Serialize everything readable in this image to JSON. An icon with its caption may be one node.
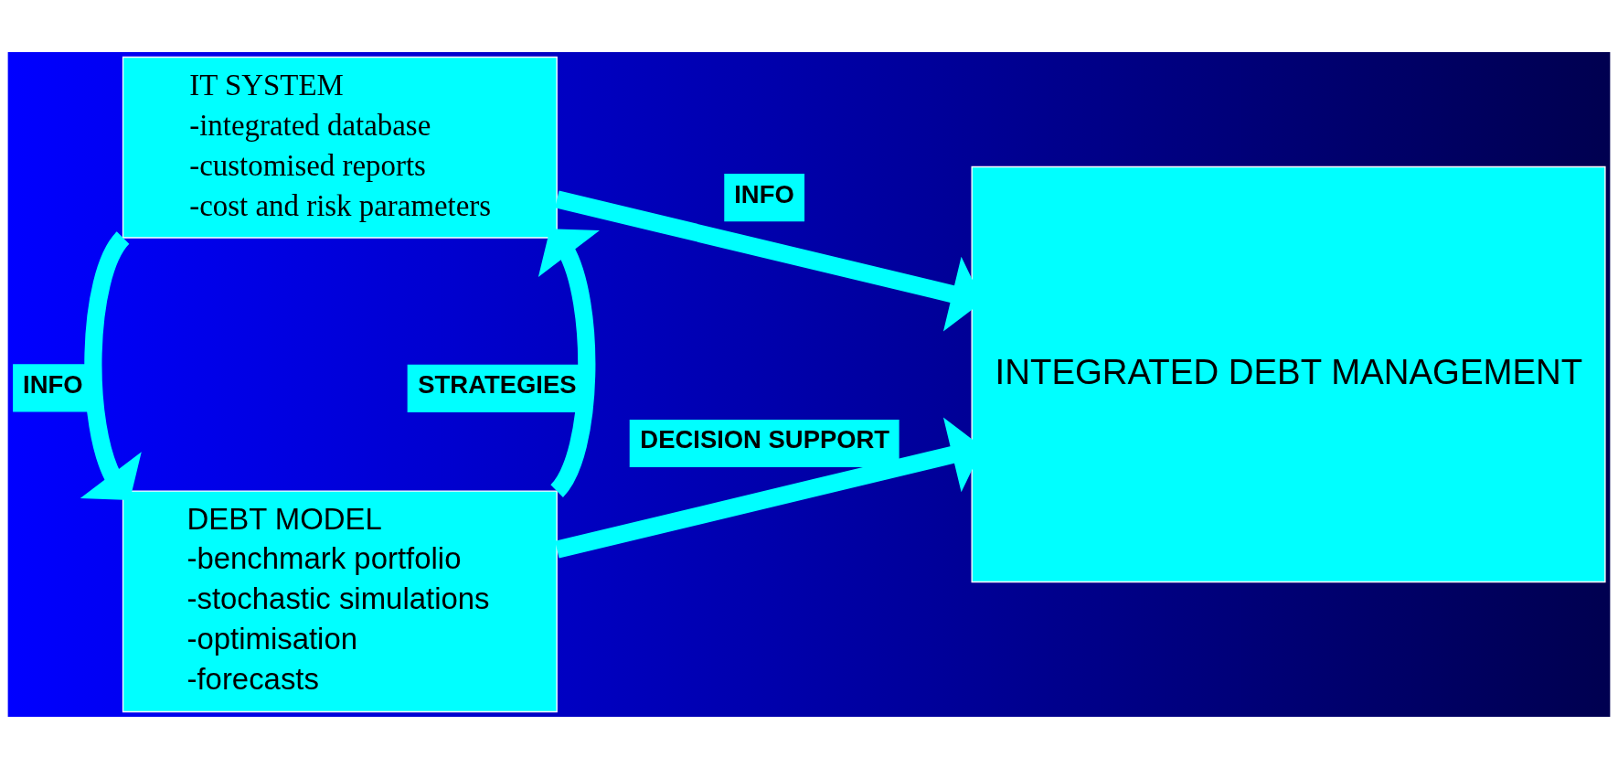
{
  "diagram": {
    "nodes": [
      {
        "text": [
          "IT SYSTEM",
          "-integrated database",
          "-customised reports",
          "-cost and risk parameters"
        ]
      },
      {
        "text": [
          "DEBT MODEL",
          "-benchmark portfolio",
          "-stochastic simulations",
          "-optimisation",
          "-forecasts"
        ]
      },
      {
        "text": [
          "INTEGRATED DEBT MANAGEMENT"
        ]
      }
    ],
    "edges": [
      {
        "from": 0,
        "to": 2,
        "arrow": "to",
        "label": "INFO"
      },
      {
        "from": 0,
        "to": 1,
        "arrow": "to",
        "label": "INFO"
      },
      {
        "from": 1,
        "to": 0,
        "arrow": "to",
        "label": "STRATEGIES"
      },
      {
        "from": 1,
        "to": 2,
        "arrow": "to",
        "label": "DECISION SUPPORT"
      }
    ]
  }
}
